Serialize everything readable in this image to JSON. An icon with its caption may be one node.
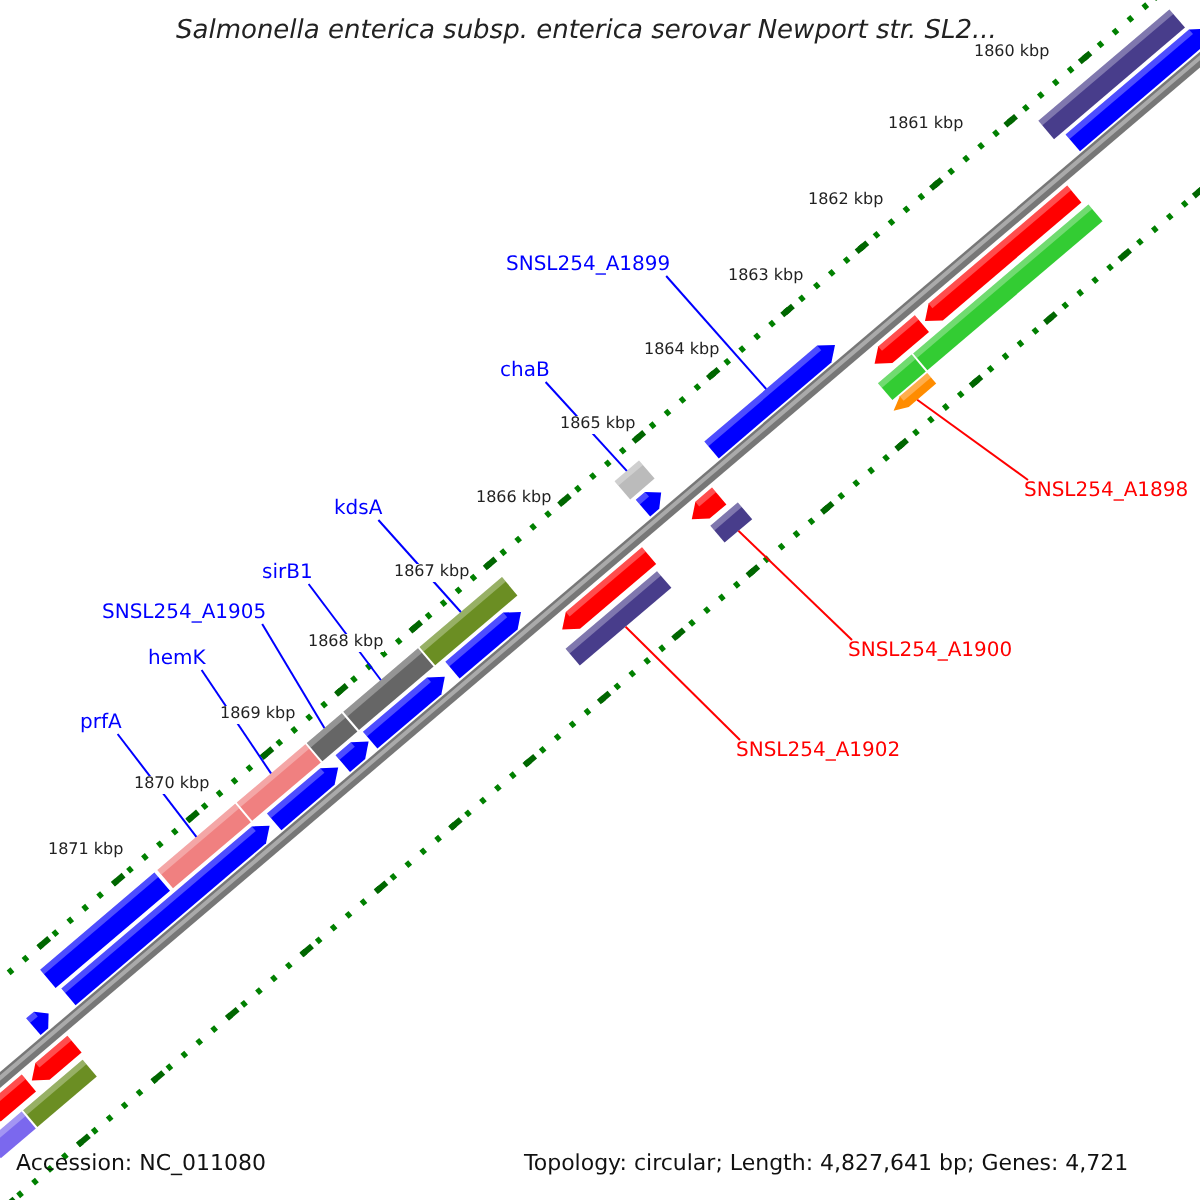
{
  "diagram": {
    "title": "Salmonella enterica subsp. enterica serovar Newport str. SL2...",
    "nodes": [
      {
        "text": [
          "SNSL254_A1899"
        ]
      },
      {
        "text": [
          "chaB"
        ]
      },
      {
        "text": [
          "SNSL254_A1898"
        ]
      },
      {
        "text": [
          "kdsA"
        ]
      },
      {
        "text": [
          "SNSL254_A1900"
        ]
      },
      {
        "text": [
          "sirB1"
        ]
      },
      {
        "text": [
          "SNSL254_A1905"
        ]
      },
      {
        "text": [
          "hemK"
        ]
      },
      {
        "text": [
          "SNSL254_A1902"
        ]
      },
      {
        "text": [
          "prfA"
        ]
      },
      {
        "text": [],
        "shape": "arrow"
      },
      {
        "text": [],
        "shape": "bar"
      },
      {
        "text": [],
        "shape": "arrow"
      },
      {
        "text": [],
        "shape": "bar"
      },
      {
        "text": [],
        "shape": "bar"
      },
      {
        "text": [],
        "shape": "bar"
      },
      {
        "text": [],
        "shape": "bar"
      },
      {
        "text": [],
        "shape": "bar"
      },
      {
        "text": [],
        "shape": "bar"
      },
      {
        "text": [],
        "shape": "bar"
      },
      {
        "text": [],
        "shape": "bar"
      },
      {
        "text": [],
        "shape": "arrow"
      },
      {
        "text": [],
        "shape": "arrow"
      },
      {
        "text": [],
        "shape": "arrow"
      },
      {
        "text": [],
        "shape": "arrow"
      },
      {
        "text": [],
        "shape": "arrow"
      },
      {
        "text": [],
        "shape": "arrow"
      },
      {
        "text": [],
        "shape": "arrow"
      },
      {
        "text": [],
        "shape": "bar"
      },
      {
        "text": [],
        "shape": "arrow"
      },
      {
        "text": [],
        "shape": "arrow"
      },
      {
        "text": [],
        "shape": "arrow"
      },
      {
        "text": [],
        "shape": "bar"
      },
      {
        "text": [],
        "shape": "bar"
      },
      {
        "text": [],
        "shape": "arrow"
      },
      {
        "text": [],
        "shape": "arrow"
      },
      {
        "text": [],
        "shape": "arrow"
      },
      {
        "text": [],
        "shape": "arrow"
      },
      {
        "text": [],
        "shape": "bar"
      },
      {
        "text": [],
        "shape": "bar"
      }
    ],
    "edges": [
      {
        "from": 0,
        "to": 10,
        "arrow": "none"
      },
      {
        "from": 1,
        "to": 11,
        "arrow": "none"
      },
      {
        "from": 2,
        "to": 12,
        "arrow": "none",
        "color": "#ff0000"
      },
      {
        "from": 3,
        "to": 13,
        "arrow": "none"
      },
      {
        "from": 4,
        "to": 14,
        "arrow": "none",
        "color": "#ff0000"
      },
      {
        "from": 5,
        "to": 15,
        "arrow": "none"
      },
      {
        "from": 6,
        "to": 16,
        "arrow": "none"
      },
      {
        "from": 7,
        "to": 17,
        "arrow": "none"
      },
      {
        "from": 8,
        "to": 18,
        "arrow": "none",
        "color": "#ff0000"
      },
      {
        "from": 9,
        "to": 19,
        "arrow": "none"
      }
    ],
    "labels": [
      "1860 kbp",
      "1861 kbp",
      "1862 kbp",
      "1863 kbp",
      "1864 kbp",
      "1865 kbp",
      "1866 kbp",
      "1867 kbp",
      "1868 kbp",
      "1869 kbp",
      "1870 kbp",
      "1871 kbp",
      "Accession: NC_011080",
      "Topology: circular; Length: 4,827,641 bp; Genes: 4,721"
    ]
  }
}
